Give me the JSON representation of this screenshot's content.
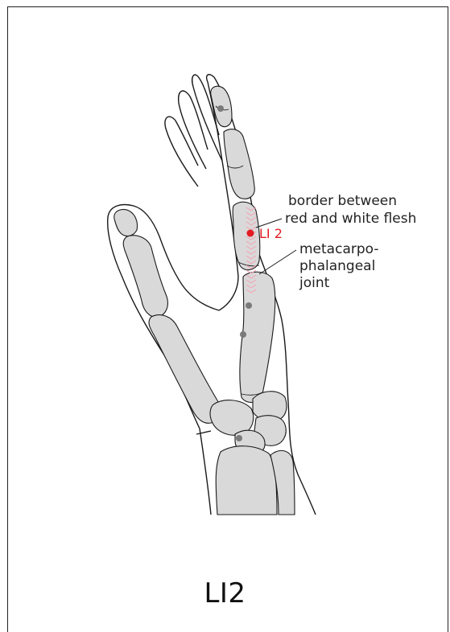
{
  "point_name": "LI2",
  "point_marker_label": "LI 2",
  "labels": {
    "border_line1": "border between",
    "border_line2": "red and white flesh",
    "joint_line1": "metacarpo-",
    "joint_line2": "phalangeal",
    "joint_line3": "joint"
  },
  "colors": {
    "bone_fill": "#d9d9d9",
    "outline": "#1a1a1a",
    "acupoint": "#e31b23",
    "landmark_dots": "#7a7a7a",
    "hatch": "#f2a9b6"
  }
}
